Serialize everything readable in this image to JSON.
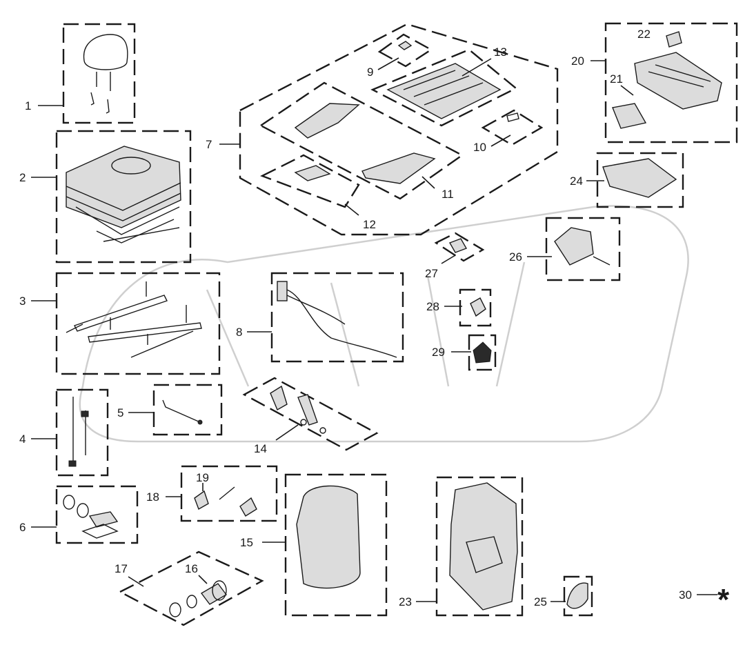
{
  "callouts": [
    "1",
    "2",
    "3",
    "4",
    "5",
    "6",
    "7",
    "8",
    "9",
    "10",
    "11",
    "12",
    "13",
    "14",
    "15",
    "16",
    "17",
    "18",
    "19",
    "20",
    "21",
    "22",
    "23",
    "24",
    "25",
    "26",
    "27",
    "28",
    "29",
    "30"
  ],
  "special_marker": "*"
}
